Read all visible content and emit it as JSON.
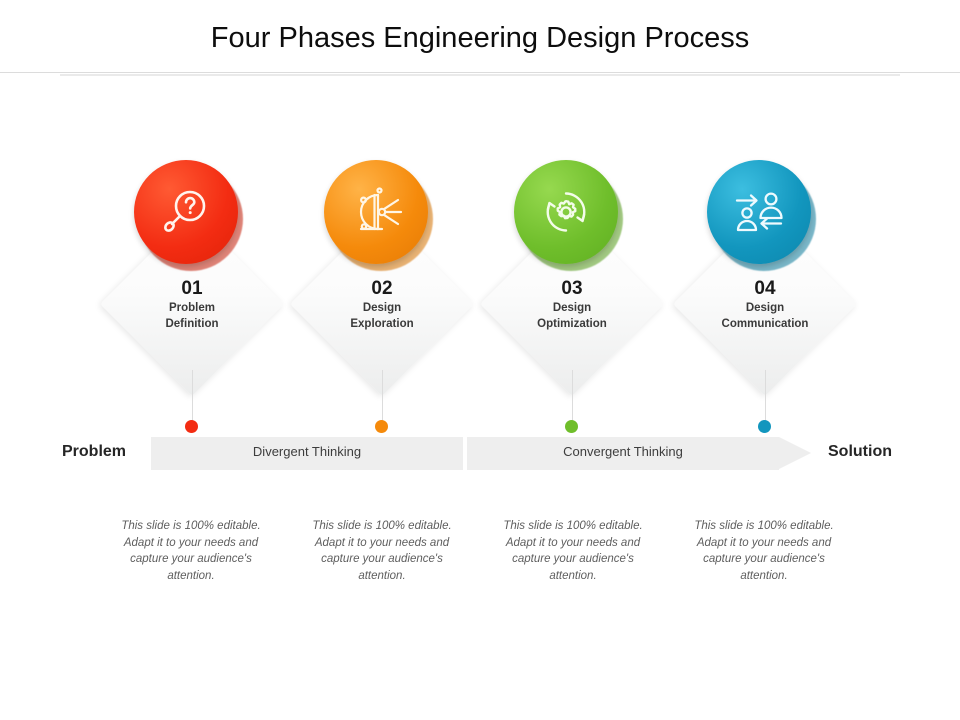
{
  "header": {
    "title": "Four Phases Engineering Design Process"
  },
  "phases": [
    {
      "number": "01",
      "label_line1": "Problem",
      "label_line2": "Definition",
      "color": "#F32C12",
      "shadow_color": "#C8220C",
      "icon": "magnifier-question-icon",
      "description": "This slide is 100% editable. Adapt it to your needs and capture your audience's attention."
    },
    {
      "number": "02",
      "label_line1": "Design",
      "label_line2": "Exploration",
      "color": "#F58A0B",
      "shadow_color": "#D97706",
      "icon": "idea-bulb-rays-icon",
      "description": "This slide is 100% editable. Adapt it to your needs and capture your audience's attention."
    },
    {
      "number": "03",
      "label_line1": "Design",
      "label_line2": "Optimization",
      "color": "#6FBE2B",
      "shadow_color": "#59A01F",
      "icon": "gear-refresh-icon",
      "description": "This slide is 100% editable. Adapt it to your needs and capture your audience's attention."
    },
    {
      "number": "04",
      "label_line1": "Design",
      "label_line2": "Communication",
      "color": "#1296BE",
      "shadow_color": "#0F7E9E",
      "icon": "people-exchange-icon",
      "description": "This slide is 100% editable. Adapt it to your needs and capture your audience's attention."
    }
  ],
  "arrow_band": {
    "start_label": "Problem",
    "end_label": "Solution",
    "segments": [
      {
        "label": "Divergent Thinking"
      },
      {
        "label": "Convergent Thinking"
      }
    ],
    "band_color": "#EEEEEE"
  }
}
